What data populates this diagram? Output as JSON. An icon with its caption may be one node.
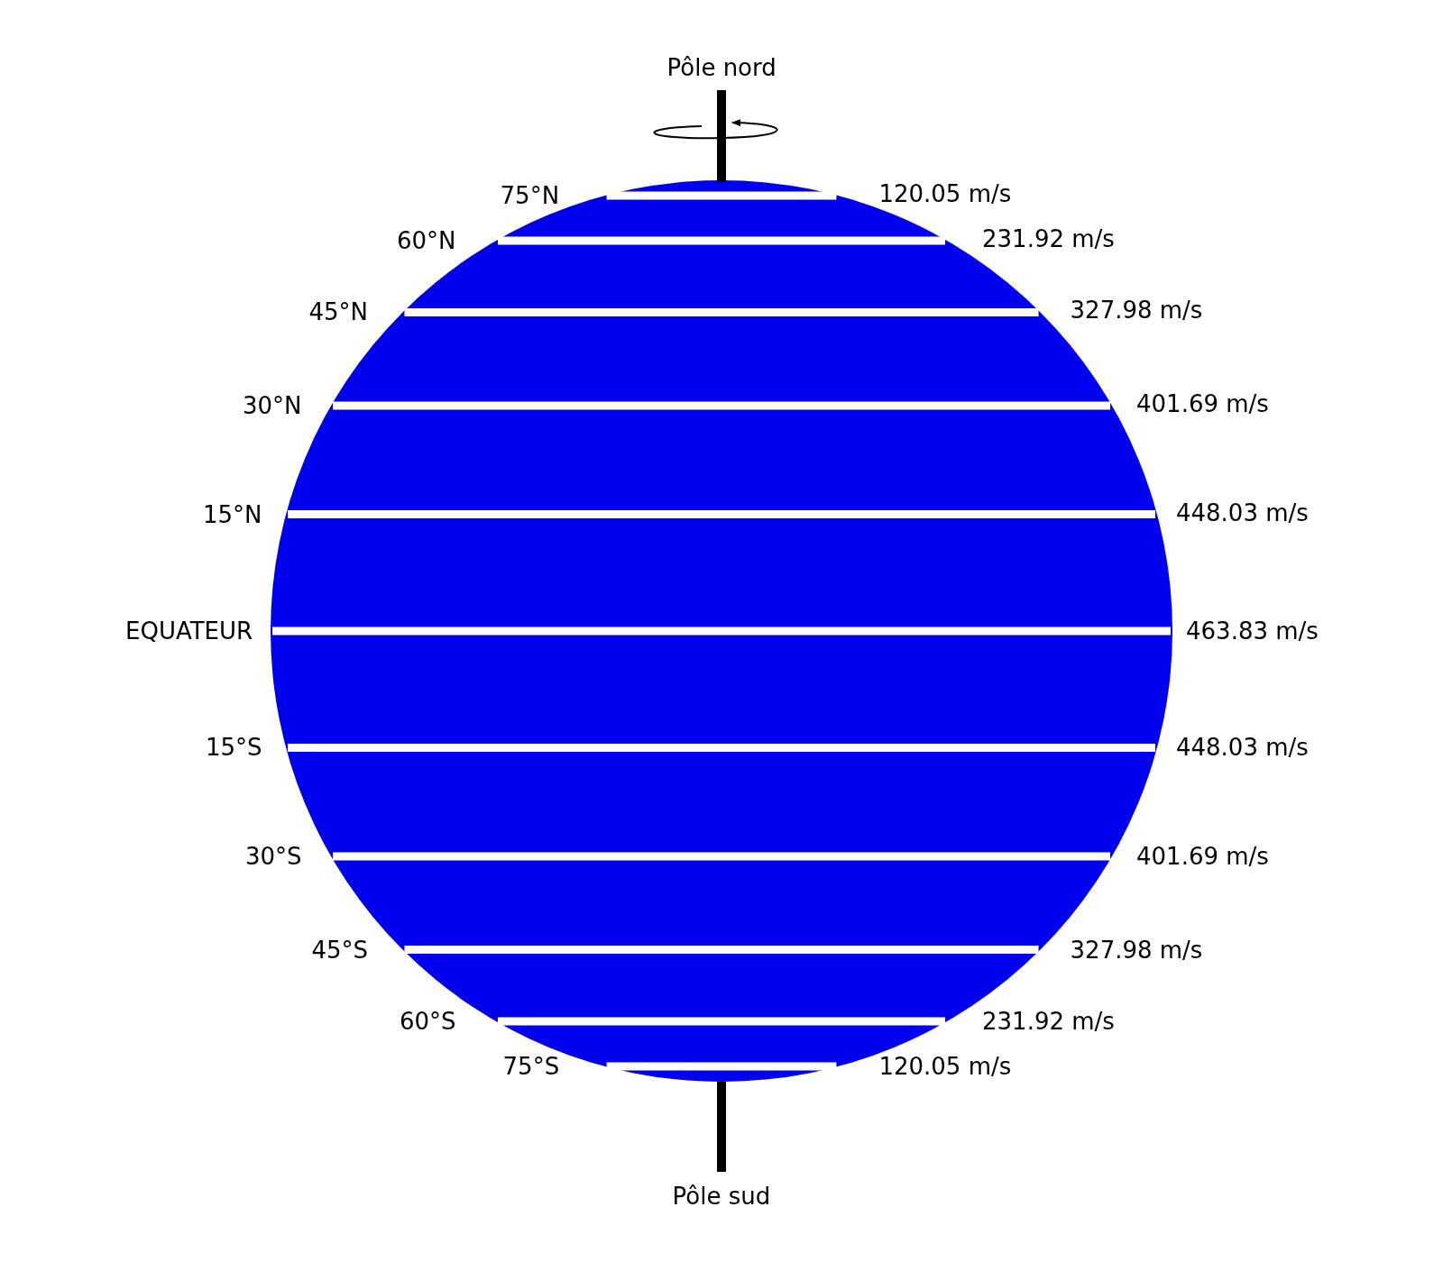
{
  "diagram": {
    "labels": [
      "Pôle nord",
      "75°N",
      "120.05 m/s",
      "60°N",
      "231.92 m/s",
      "45°N",
      "327.98 m/s",
      "30°N",
      "401.69 m/s",
      "15°N",
      "448.03 m/s",
      "EQUATEUR",
      "463.83 m/s",
      "15°S",
      "448.03 m/s",
      "30°S",
      "401.69 m/s",
      "45°S",
      "327.98 m/s",
      "60°S",
      "231.92 m/s",
      "75°S",
      "120.05 m/s",
      "Pôle sud"
    ]
  }
}
